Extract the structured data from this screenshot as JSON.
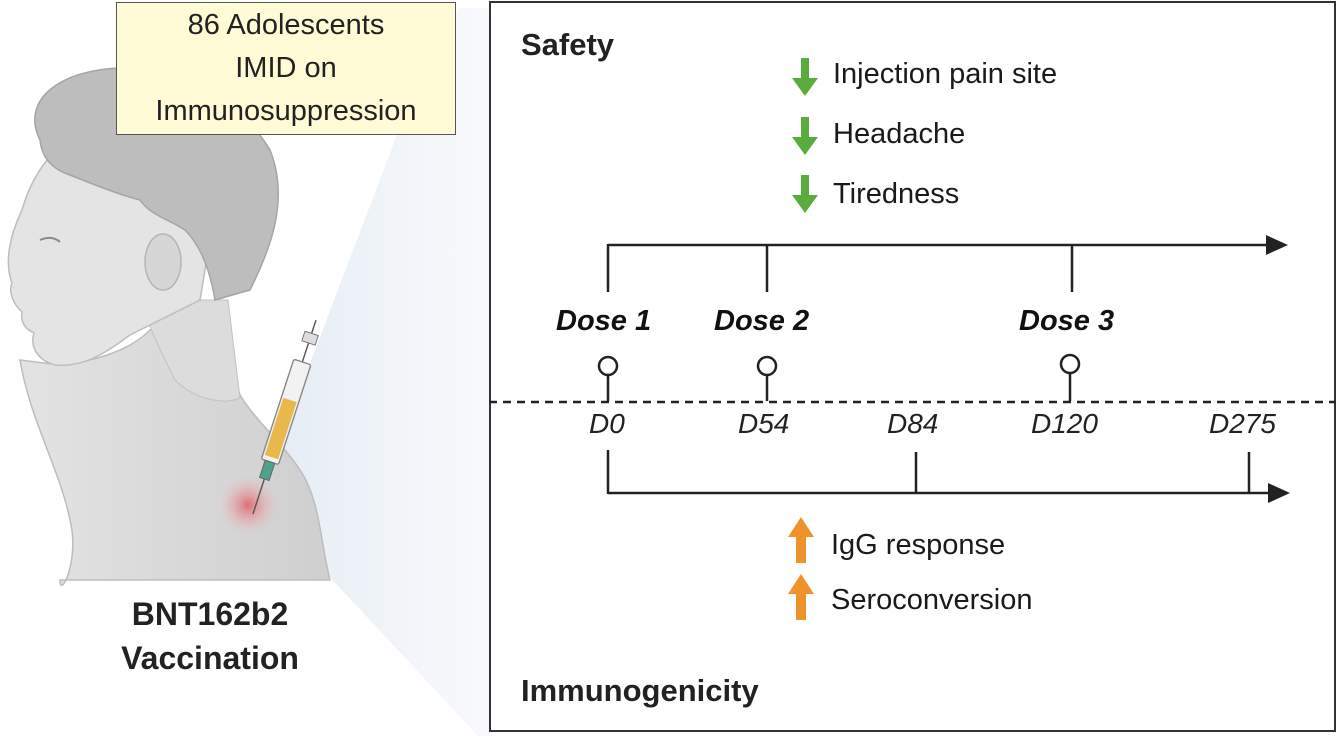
{
  "cohort": {
    "line1": "86 Adolescents",
    "line2": "IMID on",
    "line3": "Immunosuppression"
  },
  "vaccination": {
    "line1": "BNT162b2",
    "line2": "Vaccination"
  },
  "safety": {
    "title": "Safety",
    "items": [
      "Injection pain site",
      "Headache",
      "Tiredness"
    ],
    "arrow_color": "#5aad3c"
  },
  "immunogenicity": {
    "title": "Immunogenicity",
    "items": [
      "IgG response",
      "Seroconversion"
    ],
    "arrow_color": "#f0922b"
  },
  "doses": [
    "Dose 1",
    "Dose 2",
    "Dose 3"
  ],
  "days": [
    "D0",
    "D54",
    "D84",
    "D120",
    "D275"
  ]
}
